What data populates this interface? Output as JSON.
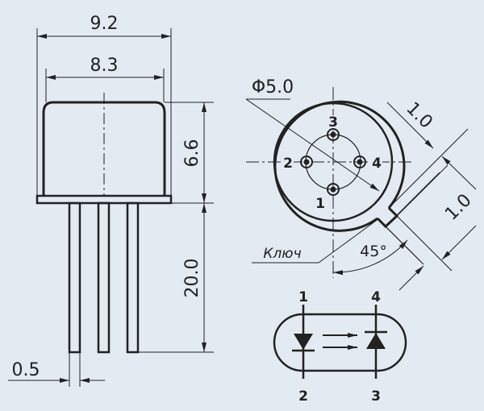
{
  "side_view": {
    "dim_outer_width": "9.2",
    "dim_body_width": "8.3",
    "dim_body_height": "6.6",
    "dim_lead_length": "20.0",
    "dim_lead_width": "0.5"
  },
  "bottom_view": {
    "dim_diameter": "Φ5.0",
    "dim_key_width": "1.0",
    "dim_key_length": "1.0",
    "key_label": "Ключ",
    "angle": "45°",
    "pins": {
      "p1": "1",
      "p2": "2",
      "p3": "3",
      "p4": "4"
    }
  },
  "schematic": {
    "pin_top_left": "1",
    "pin_top_right": "4",
    "pin_bottom_left": "2",
    "pin_bottom_right": "3"
  },
  "colors": {
    "background": "#e3eaf2",
    "ink": "#222222"
  }
}
